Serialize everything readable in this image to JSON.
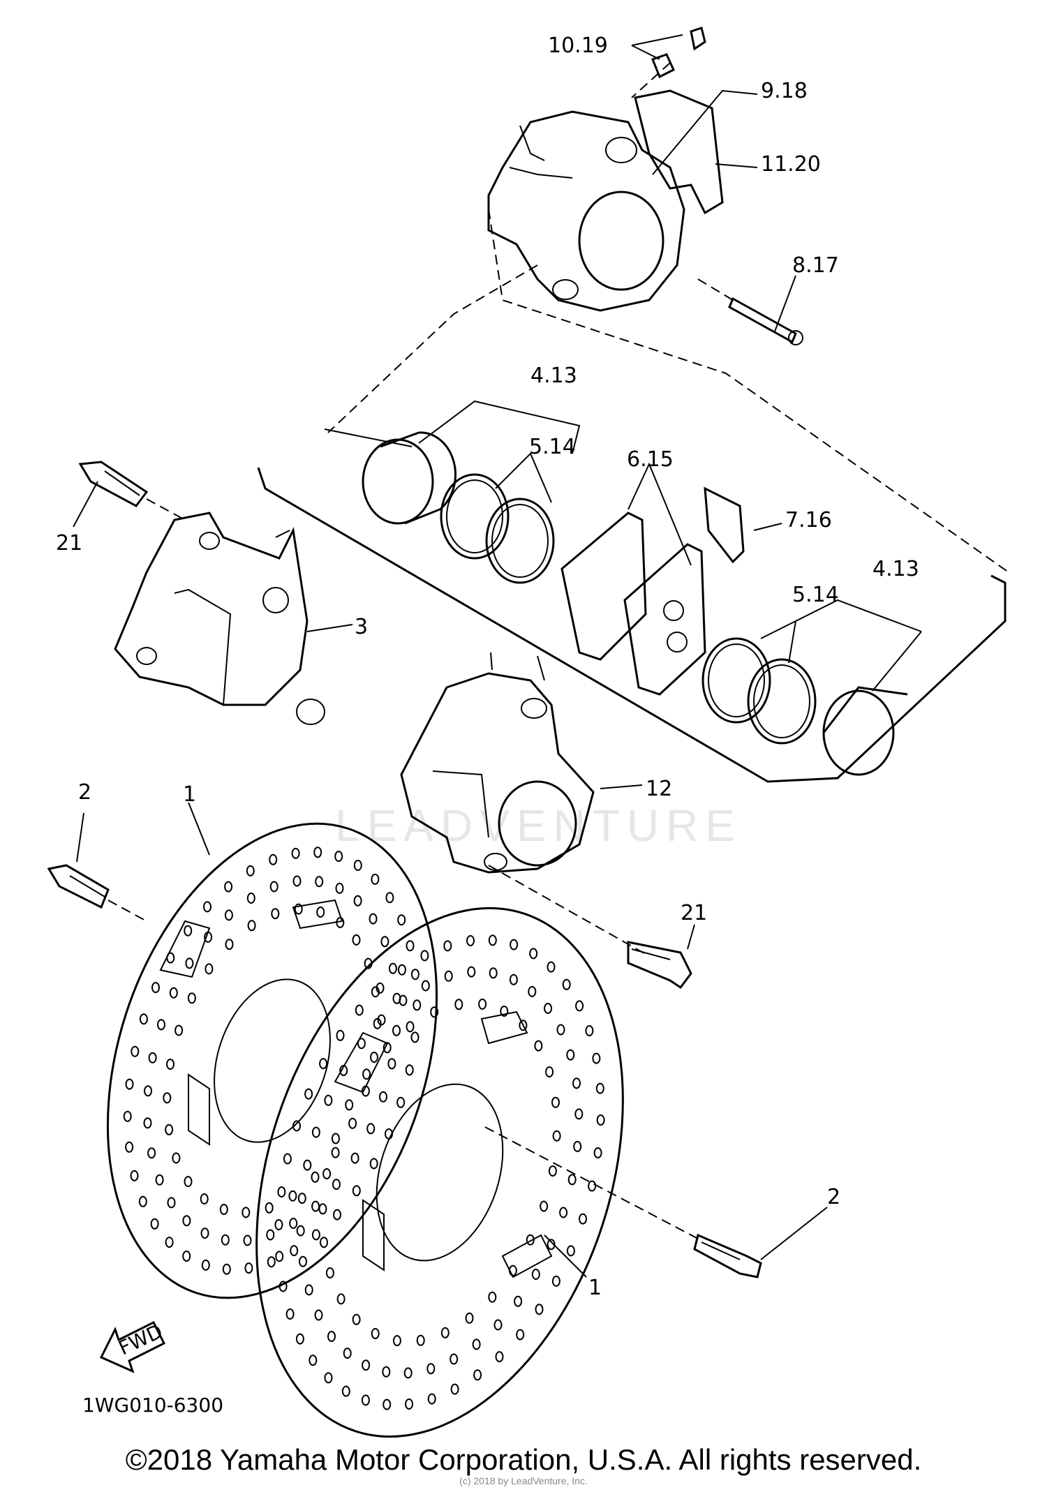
{
  "callouts": {
    "c10_19": "10.19",
    "c9_18": "9.18",
    "c11_20": "11.20",
    "c8_17": "8.17",
    "c4_13_a": "4.13",
    "c5_14_a": "5.14",
    "c6_15": "6.15",
    "c7_16": "7.16",
    "c4_13_b": "4.13",
    "c5_14_b": "5.14",
    "c21_a": "21",
    "c3": "3",
    "c12": "12",
    "c2_a": "2",
    "c1_a": "1",
    "c21_b": "21",
    "c2_b": "2",
    "c1_b": "1"
  },
  "fwd_label": "FWD",
  "diagram_code": "1WG010-6300",
  "watermark": "LEADVENTURE",
  "copyright": "©2018 Yamaha Motor Corporation, U.S.A. All rights reserved.",
  "credit": "(c) 2018 by LeadVenture, Inc."
}
